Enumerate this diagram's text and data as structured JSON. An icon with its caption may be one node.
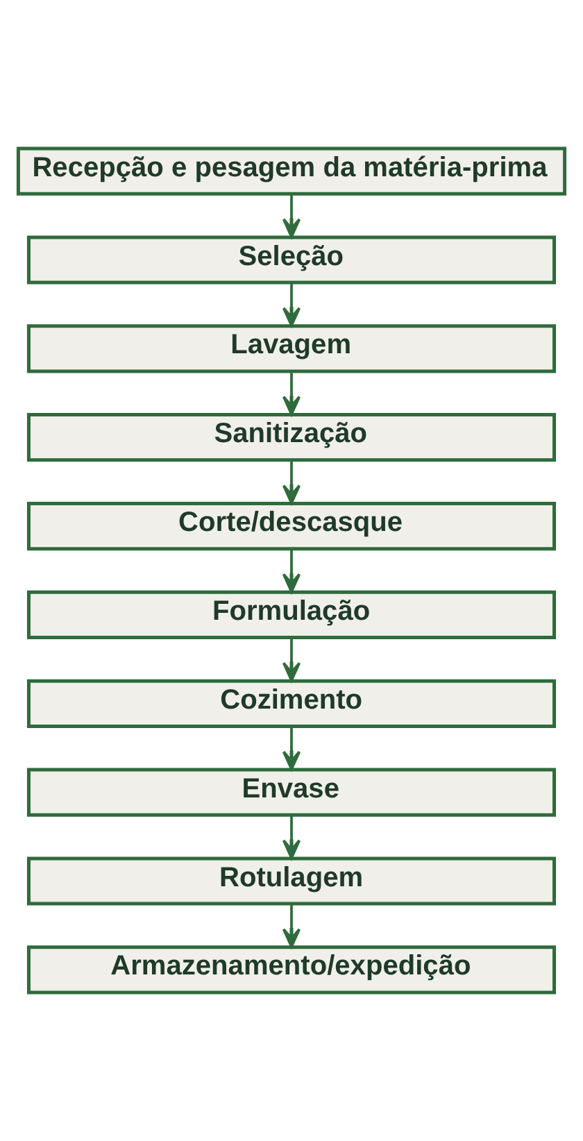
{
  "diagram": {
    "nodes": [
      {
        "text": [
          "Recepção e pesagem da matéria-prima"
        ]
      },
      {
        "text": [
          "Seleção"
        ]
      },
      {
        "text": [
          "Lavagem"
        ]
      },
      {
        "text": [
          "Sanitização"
        ]
      },
      {
        "text": [
          "Corte/descasque"
        ]
      },
      {
        "text": [
          "Formulação"
        ]
      },
      {
        "text": [
          "Cozimento"
        ]
      },
      {
        "text": [
          "Envase"
        ]
      },
      {
        "text": [
          "Rotulagem"
        ]
      },
      {
        "text": [
          "Armazenamento/expedição"
        ]
      }
    ],
    "edges": [
      {
        "from": 0,
        "to": 1,
        "arrow": "to"
      },
      {
        "from": 1,
        "to": 2,
        "arrow": "to"
      },
      {
        "from": 2,
        "to": 3,
        "arrow": "to"
      },
      {
        "from": 3,
        "to": 4,
        "arrow": "to"
      },
      {
        "from": 4,
        "to": 5,
        "arrow": "to"
      },
      {
        "from": 5,
        "to": 6,
        "arrow": "to"
      },
      {
        "from": 6,
        "to": 7,
        "arrow": "to"
      },
      {
        "from": 7,
        "to": 8,
        "arrow": "to"
      },
      {
        "from": 8,
        "to": 9,
        "arrow": "to"
      }
    ]
  }
}
